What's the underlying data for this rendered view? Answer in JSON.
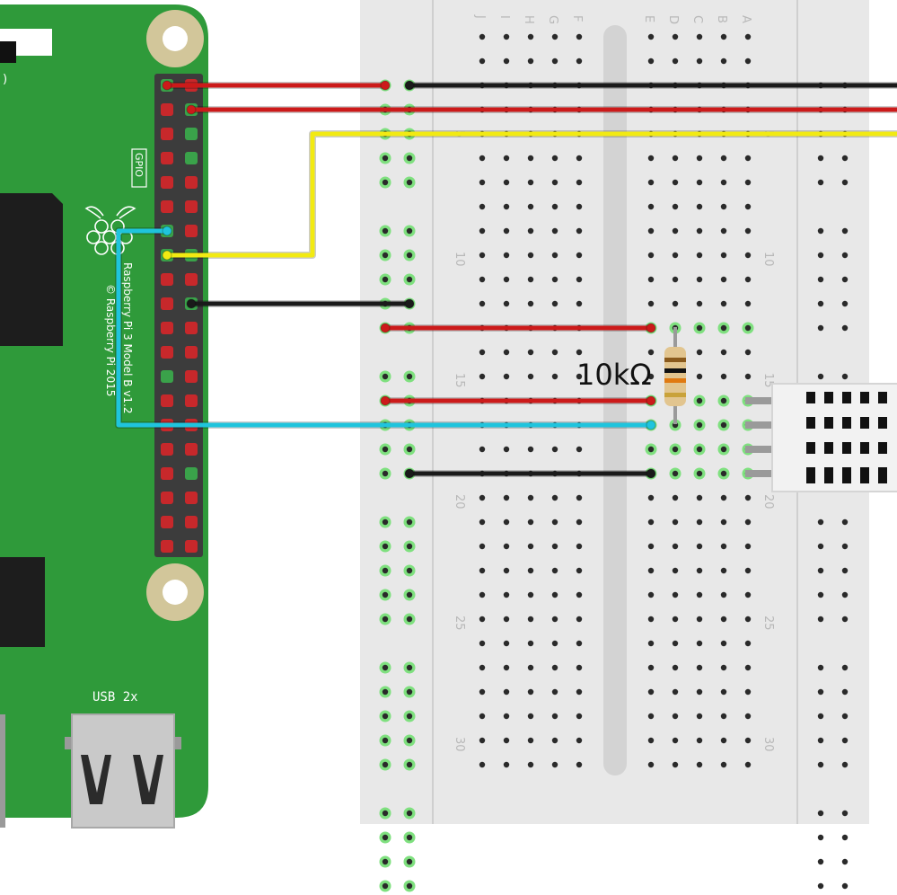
{
  "pi": {
    "gpio_label": "GPIO",
    "model_label": "Raspberry Pi 3 Model B v1.2",
    "copyright_label": "© Raspberry Pi 2015",
    "usb_label": "USB 2x",
    "top_fragment": ")"
  },
  "breadboard": {
    "cols_left": [
      "J",
      "I",
      "H",
      "G",
      "F"
    ],
    "cols_right": [
      "E",
      "D",
      "C",
      "B",
      "A"
    ],
    "row_labels": [
      "5",
      "10",
      "15",
      "20",
      "25",
      "30"
    ]
  },
  "resistor": {
    "label": "10kΩ"
  },
  "colors": {
    "pi_green": "#2f9a3a",
    "wire_red": "#cc1a1a",
    "wire_black": "#1a1a1a",
    "wire_yellow": "#f2ea12",
    "wire_cyan": "#1fc4dd",
    "breadboard": "#e8e8e8"
  }
}
